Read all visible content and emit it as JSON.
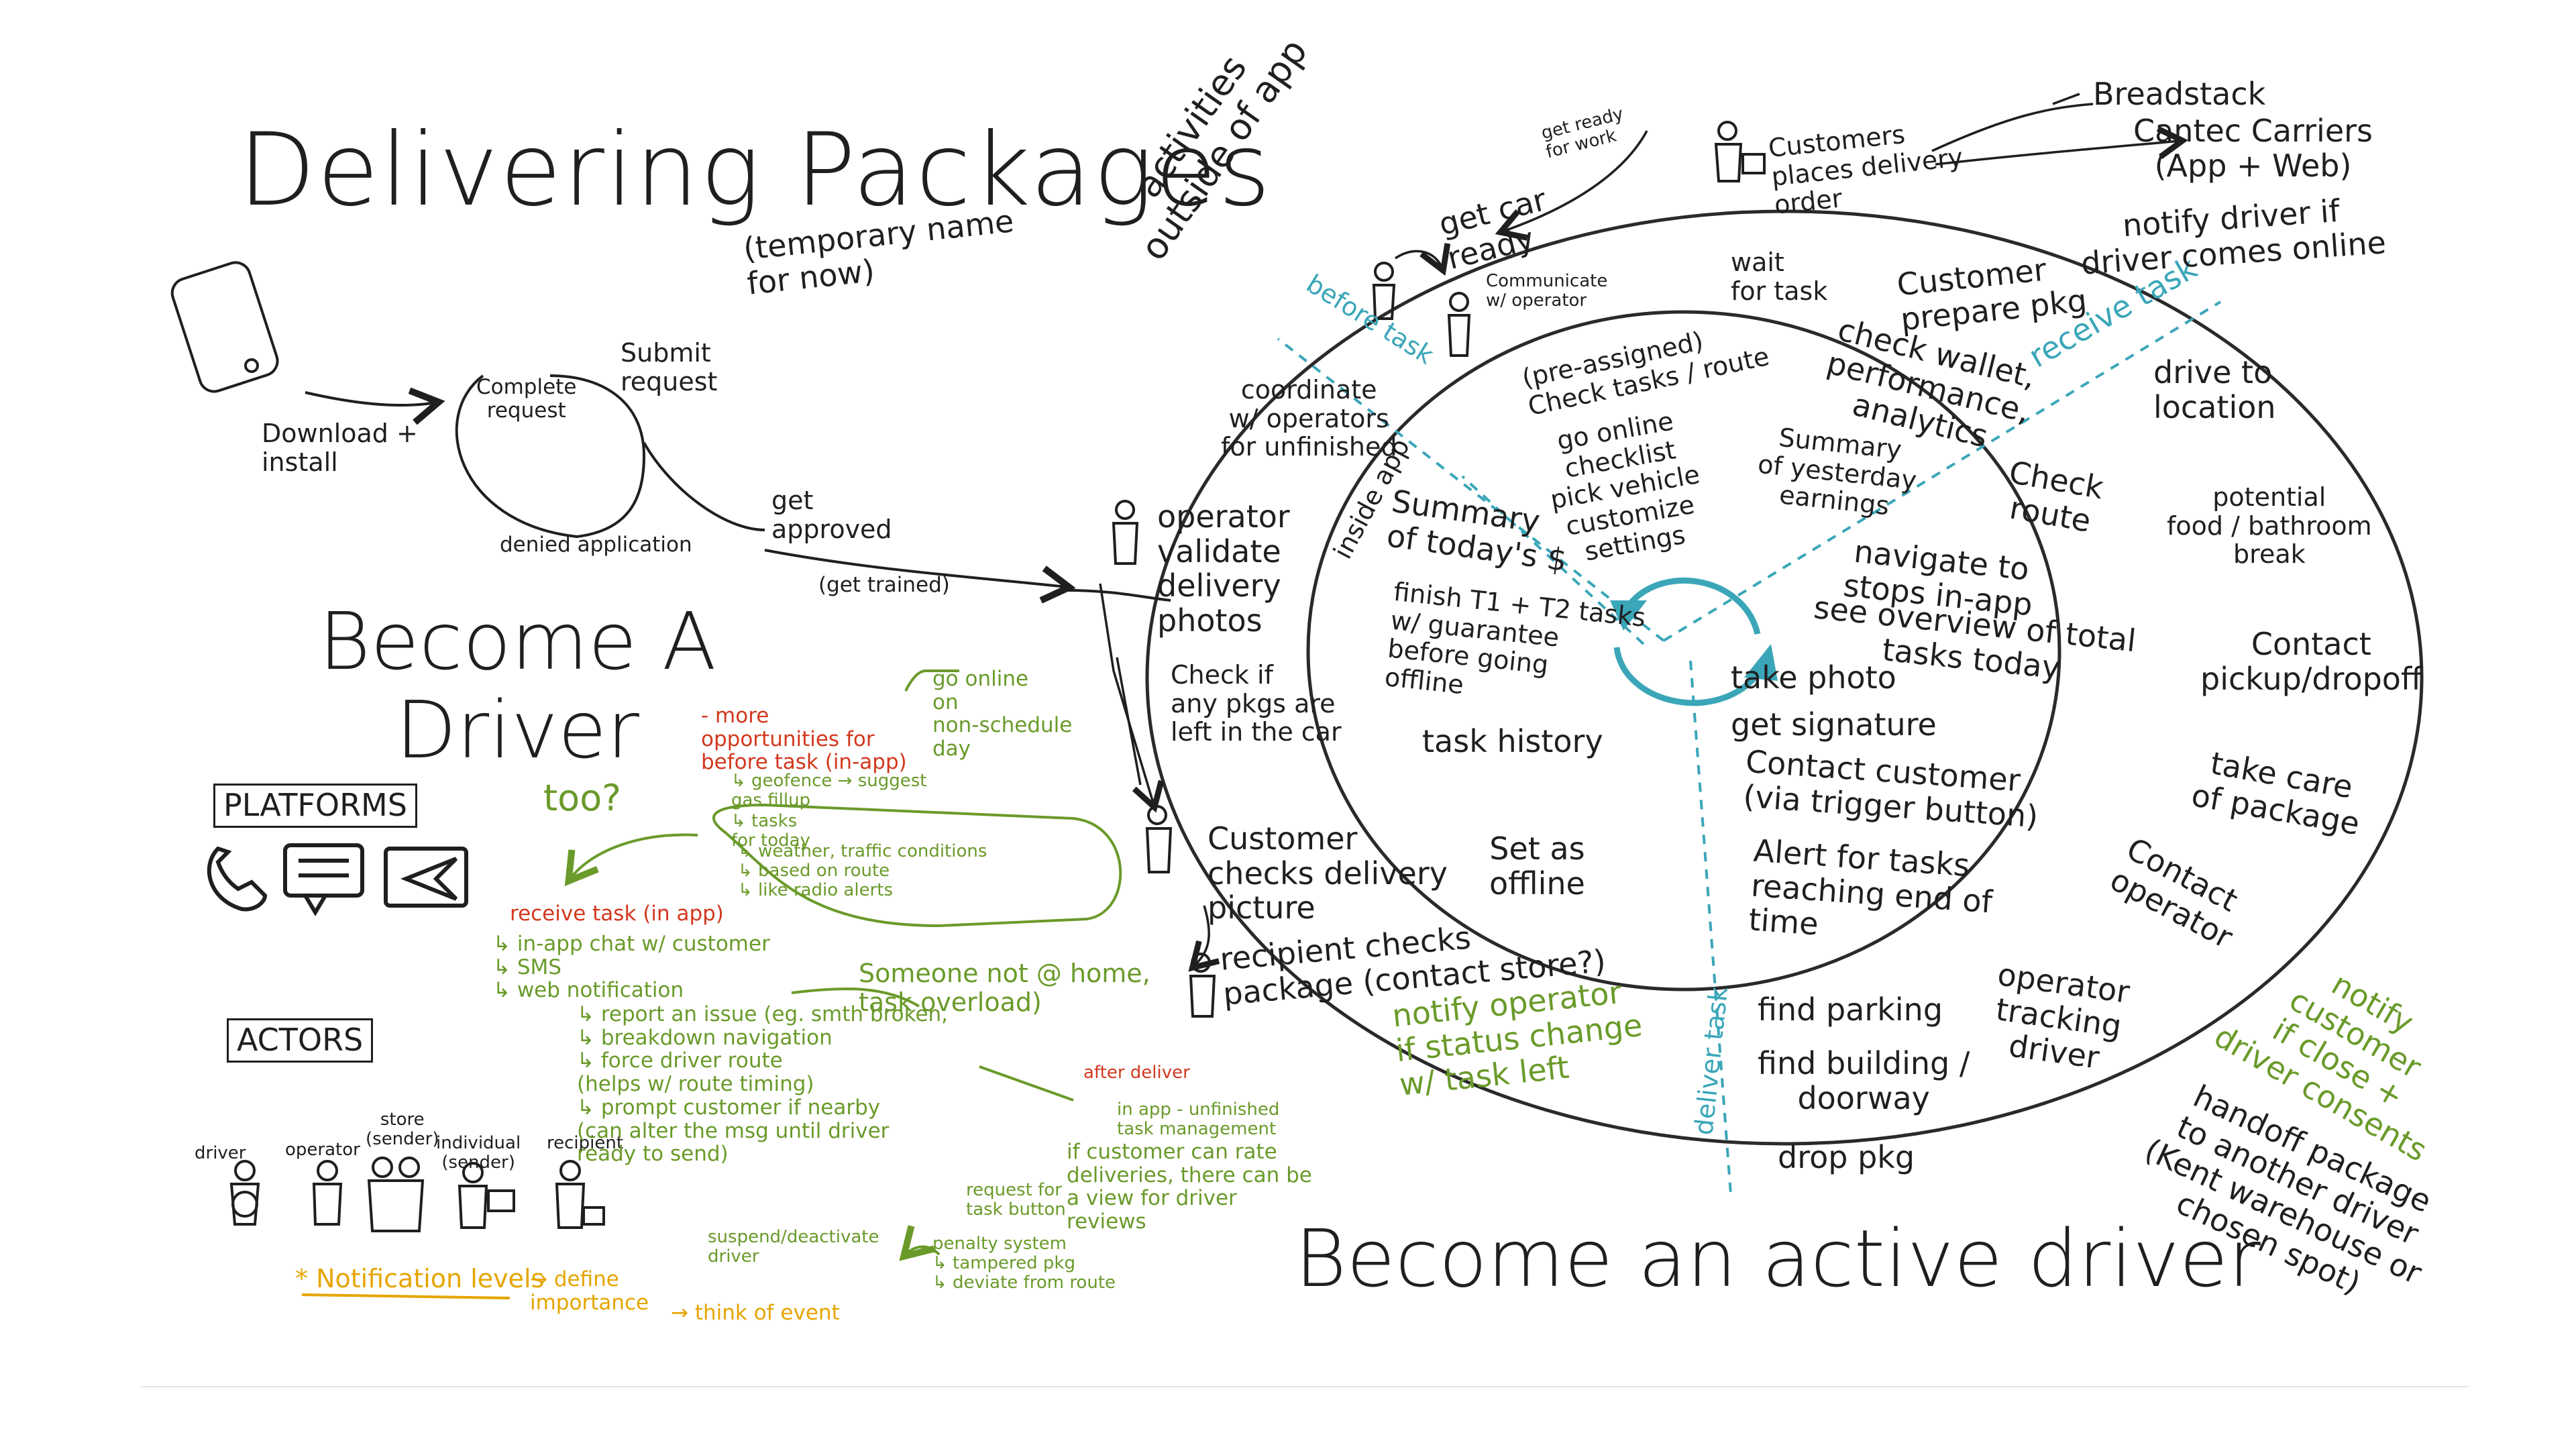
{
  "colors": {
    "ink": "#1f1f1f",
    "green": "#6a9a2a",
    "red": "#d2381e",
    "teal": "#3aa6b8",
    "yellow": "#e6a500"
  },
  "left": {
    "title": "Delivering Packages",
    "subtitle": "(temporary name\nfor now)",
    "flow": {
      "download": "Download +\ninstall",
      "complete": "Complete\nrequest",
      "submit": "Submit\nrequest",
      "denied": "denied application",
      "approved": "get\napproved",
      "trained": "(get trained)"
    },
    "become_driver": "Become A\nDriver",
    "platforms_label": "PLATFORMS",
    "platform_icons": [
      "phone-icon",
      "chat-icon",
      "send-icon"
    ],
    "actors_label": "ACTORS",
    "actors": [
      {
        "label": "driver",
        "icon": "driver-icon"
      },
      {
        "label": "operator",
        "icon": "operator-icon"
      },
      {
        "label": "store\n(sender)",
        "icon": "store-icon"
      },
      {
        "label": "individual\n(sender)",
        "icon": "individual-sender-icon"
      },
      {
        "label": "recipient",
        "icon": "recipient-icon"
      }
    ],
    "notification": "* Notification levels",
    "define": "→ define\nimportance",
    "think": "→ think of event"
  },
  "notes": {
    "more_opps": "- more\nopportunities for\nbefore task (in-app)",
    "geofence": "↳ geofence → suggest\ngas fillup",
    "tasks_today": "↳ tasks\nfor today",
    "weather": "↳ weather, traffic conditions\n↳ based on route\n↳ like radio alerts",
    "go_online": "go online\non\nnon-schedule\nday",
    "too": "too?",
    "receive_task": "receive task (in app)",
    "in_app_chat": "↳ in-app chat w/ customer\n↳ SMS\n↳ web notification",
    "report_issue": "↳ report an issue (eg. smth broken,\n↳ breakdown navigation\n↳ force driver route\n(helps w/ route timing)\n↳ prompt customer if nearby\n(can alter the msg until driver\nready to send)",
    "someone": "Someone not @ home,\ntask overload)",
    "after_deliver": "after deliver",
    "in_app_unfinished": "in app - unfinished\ntask management",
    "if_customer": "if customer can rate\ndeliveries, there can be\na view for driver\nreviews",
    "request_task": "request for\ntask button",
    "suspend": "suspend/deactivate\ndriver",
    "penalty": "penalty system\n↳ tampered pkg\n↳ deviate from route"
  },
  "diagram": {
    "outside_label": "activities\noutside of app",
    "inside_label": "inside app",
    "phases": {
      "before": "before task",
      "receive": "receive task",
      "deliver": "deliver task"
    },
    "outer": {
      "get_ready": "get ready\nfor work",
      "get_car": "get car\nready",
      "communicate": "Communicate\nw/ operator",
      "customers": "Customers\nplaces delivery\norder",
      "breadstack": "Breadstack",
      "cantec": "Cantec Carriers\n(App + Web)",
      "notify_driver": "notify driver if\ndriver comes online",
      "coordinate": "coordinate\nw/ operators\nfor unfinished",
      "operator_validate": "operator\nvalidate\ndelivery\nphotos",
      "check_pkgs": "Check if\nany pkgs are\nleft in the car",
      "customer_checks": "Customer\nchecks delivery\npicture",
      "recipient": "recipient checks\npackage (contact store?)",
      "notify_operator": "notify operator\nif status change\nw/ task left",
      "wait": "wait\nfor task",
      "customer_prepare": "Customer\nprepare pkg",
      "drive": "drive to\nlocation",
      "food": "potential\nfood / bathroom\nbreak",
      "contact_pickup": "Contact\npickup/dropoff",
      "take_care": "take care\nof package",
      "contact_operator": "Contact\noperator",
      "operator_tracking": "operator\ntracking\ndriver",
      "notify_customer": "notify\ncustomer\nif close +\ndriver consents",
      "handoff": "handoff package\nto another driver\n(Kent warehouse or\nchosen spot)"
    },
    "inner": {
      "check_tasks": "(pre-assigned)\nCheck tasks / route",
      "go_online": "go online\nchecklist\npick vehicle\ncustomize\nsettings",
      "check_wallet": "check wallet,\nperformance,\nanalytics",
      "summary_yesterday": "Summary\nof yesterday\nearnings",
      "check_route": "Check\nroute",
      "navigate": "navigate to\nstops in-app",
      "overview": "see overview of total\ntasks today",
      "summary_today": "Summary\nof today's $",
      "finish": "finish T1 + T2 tasks\nw/ guarantee\nbefore going\noffline",
      "task_history": "task history",
      "set_offline": "Set as\noffline",
      "take_photo": "take photo",
      "signature": "get signature",
      "contact_customer": "Contact customer\n(via trigger button)",
      "alert": "Alert for tasks\nreaching end of\ntime",
      "find_parking": "find parking",
      "find_building": "find building /\ndoorway",
      "drop": "drop pkg"
    },
    "become_active": "Become an active driver"
  }
}
